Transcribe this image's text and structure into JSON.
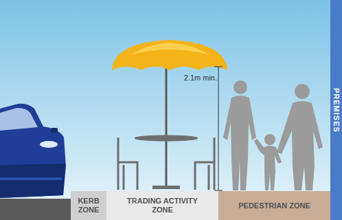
{
  "diagram": {
    "nodes": [
      {
        "text": [
          "KERB ZONE"
        ]
      },
      {
        "text": [
          "TRADING ACTIVITY ZONE"
        ]
      },
      {
        "text": [
          "PEDESTRIAN ZONE"
        ]
      },
      {
        "text": [
          "PREMISES"
        ]
      }
    ],
    "labels": [
      "2.1m min."
    ]
  }
}
